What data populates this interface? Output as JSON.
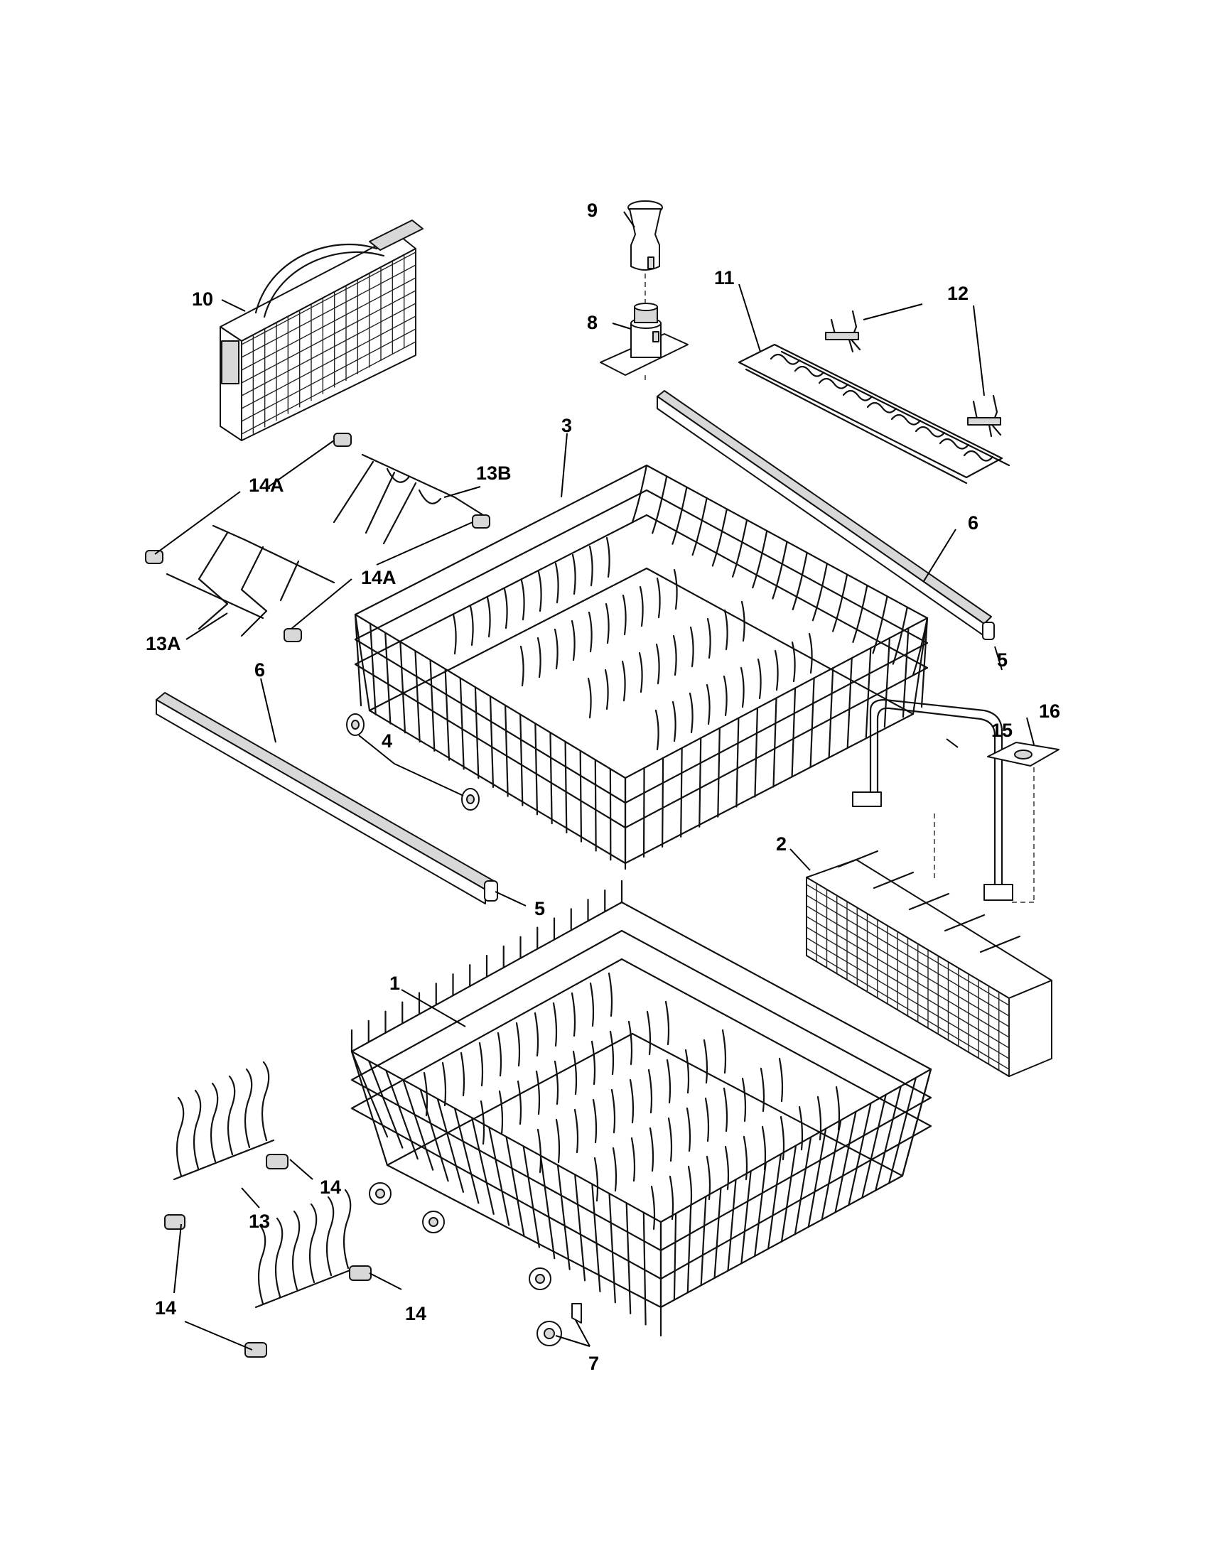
{
  "labels": {
    "l1": "1",
    "l2": "2",
    "l3": "3",
    "l4": "4",
    "l5a": "5",
    "l5b": "5",
    "l6a": "6",
    "l6b": "6",
    "l7": "7",
    "l8": "8",
    "l9": "9",
    "l10": "10",
    "l11": "11",
    "l12": "12",
    "l13": "13",
    "l13a": "13A",
    "l13b": "13B",
    "l14a": "14",
    "l14b": "14",
    "l14c": "14",
    "l14a_1": "14A",
    "l14a_2": "14A",
    "l15": "15",
    "l16": "16"
  }
}
